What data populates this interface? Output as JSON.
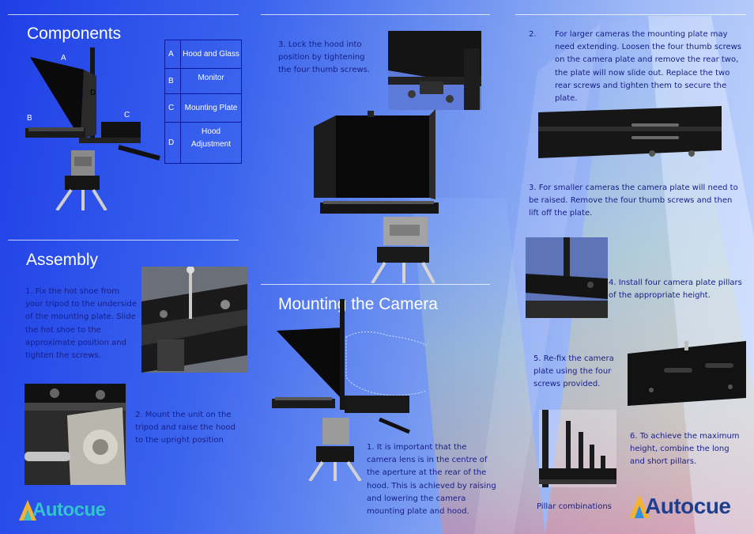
{
  "components": {
    "title": "Components",
    "labels": {
      "a": "A",
      "b": "B",
      "c": "C",
      "d": "D"
    },
    "table": [
      {
        "key": "A",
        "value": "Hood and Glass"
      },
      {
        "key": "B",
        "value": "Monitor"
      },
      {
        "key": "C",
        "value": "Mounting Plate"
      },
      {
        "key": "D",
        "value": "Hood Adjustment"
      }
    ]
  },
  "assembly": {
    "title": "Assembly",
    "step1": "1. Fix the hot shoe from your tripod to the underside of the mounting plate. Slide the hot shoe to the approximate position and tighten the screws.",
    "step2": "2. Mount the unit on the tripod and raise the hood to the upright position",
    "step3": "3. Lock the hood into position by tightening the four thumb screws."
  },
  "mounting": {
    "title": "Mounting the Camera",
    "step1": "1.  It is important that the camera lens is in the centre of the aperture at the rear of the hood. This is achieved by raising and lowering the camera mounting plate and hood.",
    "step2_num": "2.",
    "step2": "For larger cameras the mounting plate may need extending. Loosen the four thumb screws on the camera plate and remove the rear two, the plate will now slide out. Replace the two rear screws and tighten them to secure the plate.",
    "step3": "3. For smaller cameras the camera plate will need to be raised. Remove the four thumb screws and then lift off the plate.",
    "step4": "4. Install four camera plate pillars of the appropriate height.",
    "step5": "5. Re-fix the camera plate using the four screws provided.",
    "step6": "6. To achieve the maximum height, combine the long and short pillars.",
    "pillar_caption": "Pillar combinations"
  },
  "brand": {
    "name": "Autocue"
  }
}
